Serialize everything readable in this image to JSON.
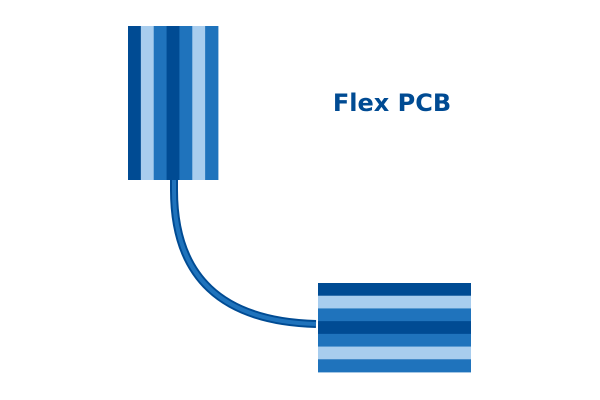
{
  "title": "Flex PCB",
  "colors": {
    "background": "#ffffff",
    "dark_blue": "#004b93",
    "medium_blue": "#1f73bc",
    "light_blue": "#a8cdee",
    "cable": "#1f73bc",
    "cable_edge": "#004b93",
    "title": "#004b93"
  },
  "connectors": [
    {
      "name": "vertical-connector",
      "orientation": "vertical",
      "stripes": [
        "dark_blue",
        "light_blue",
        "medium_blue",
        "dark_blue",
        "medium_blue",
        "light_blue",
        "medium_blue"
      ]
    },
    {
      "name": "horizontal-connector",
      "orientation": "horizontal",
      "stripes": [
        "dark_blue",
        "light_blue",
        "medium_blue",
        "dark_blue",
        "medium_blue",
        "light_blue",
        "medium_blue"
      ]
    }
  ]
}
